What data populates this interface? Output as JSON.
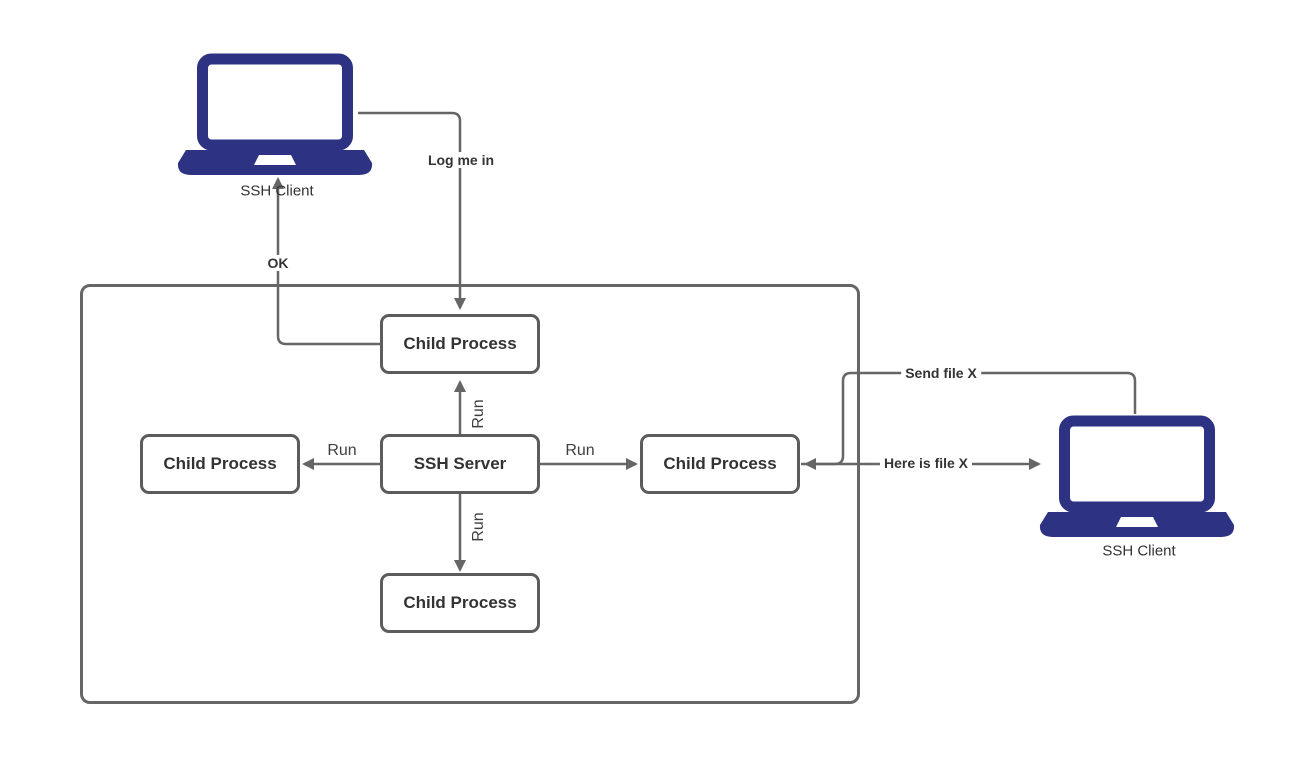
{
  "nodes": {
    "client_left": {
      "label": "SSH Client"
    },
    "client_right": {
      "label": "SSH Client"
    },
    "server": {
      "label": "SSH Server"
    },
    "child_top": {
      "label": "Child Process"
    },
    "child_left": {
      "label": "Child Process"
    },
    "child_right": {
      "label": "Child Process"
    },
    "child_bottom": {
      "label": "Child Process"
    }
  },
  "edges": {
    "log_me_in": {
      "label": "Log me in"
    },
    "ok": {
      "label": "OK"
    },
    "run_top": {
      "label": "Run"
    },
    "run_left": {
      "label": "Run"
    },
    "run_right": {
      "label": "Run"
    },
    "run_bottom": {
      "label": "Run"
    },
    "send_file": {
      "label": "Send file X"
    },
    "here_is_file": {
      "label": "Here is file X"
    }
  },
  "colors": {
    "laptop": "#2d3282",
    "line": "#666666",
    "box_border": "#5c5c5c",
    "text": "#333333",
    "background": "#ffffff"
  }
}
